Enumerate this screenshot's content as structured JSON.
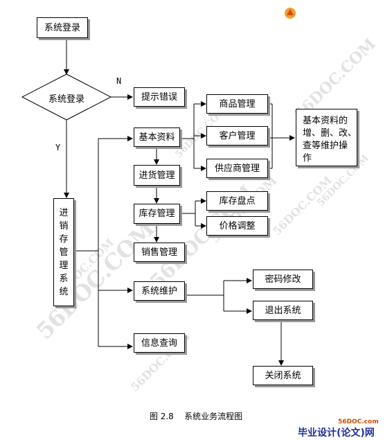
{
  "nodes": {
    "start": "系统登录",
    "decision": "系统登录",
    "error": "提示错误",
    "main_system": [
      "进",
      "销",
      "存",
      "管",
      "理",
      "系",
      "统"
    ],
    "basic_info": "基本资料",
    "purchase": "进货管理",
    "inventory": "库存管理",
    "sales": "销售管理",
    "maintenance": "系统维护",
    "query": "信息查询",
    "goods": "商品管理",
    "customer": "客户管理",
    "supplier": "供应商管理",
    "basic_ops": [
      "基本资料的",
      "增、删、改、",
      "查等维护操",
      "作"
    ],
    "stock_count": "库存盘点",
    "price_adjust": "价格调整",
    "password": "密码修改",
    "logout": "退出系统",
    "shutdown": "关闭系统"
  },
  "edge_labels": {
    "no": "N",
    "yes": "Y"
  },
  "caption": "图 2.8    系统业务流程图",
  "watermark": "56DOC.COM",
  "logo": {
    "url": "56DOC.com",
    "text": "毕业设计(论文)网"
  },
  "colors": {
    "line": "#000000",
    "shadow": "#9a9a9a",
    "watermark": "#969696",
    "logo_blue": "#1f2f9c",
    "logo_orange": "#d24b00"
  }
}
